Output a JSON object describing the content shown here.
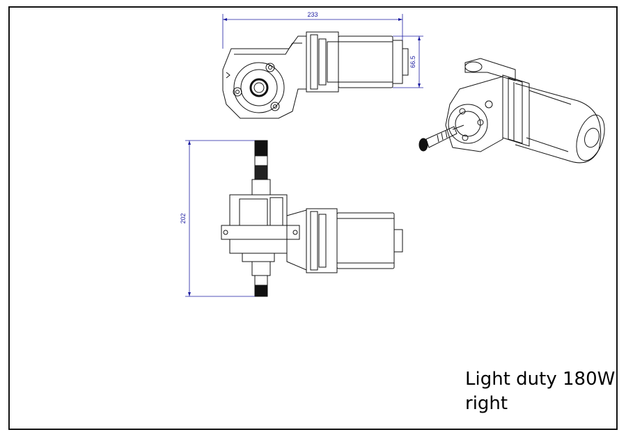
{
  "dimensions": {
    "top_width": "233",
    "top_height": "66.5",
    "side_height": "202"
  },
  "caption": {
    "line1": "Light duty 180W",
    "line2": "right"
  },
  "colors": {
    "dimension_line": "#1a1aa0",
    "drawing_line": "#111111",
    "frame": "#111111"
  }
}
